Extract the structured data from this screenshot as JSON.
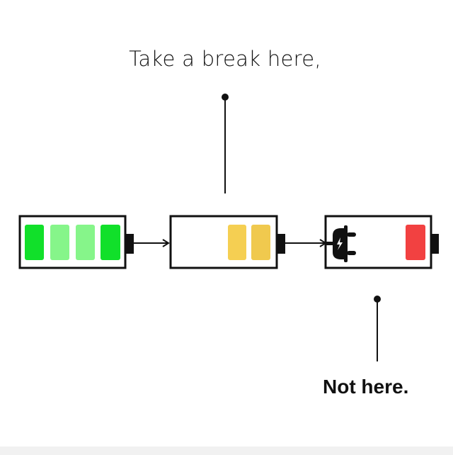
{
  "top_caption": "Take a break here,",
  "bottom_caption": "Not here.",
  "batteries": [
    {
      "name": "full",
      "charge_levels": 4,
      "bar_colors": [
        "#11e02a",
        "#86f58a",
        "#86f58a",
        "#11e02a"
      ]
    },
    {
      "name": "half",
      "charge_levels": 2,
      "bar_colors": [
        "#f5cf52",
        "#f0c94e"
      ]
    },
    {
      "name": "low-charging",
      "charge_levels": 1,
      "bar_colors": [
        "#f24141"
      ],
      "icon": "plug-icon"
    }
  ],
  "colors": {
    "outline": "#111111",
    "background": "#ffffff"
  }
}
